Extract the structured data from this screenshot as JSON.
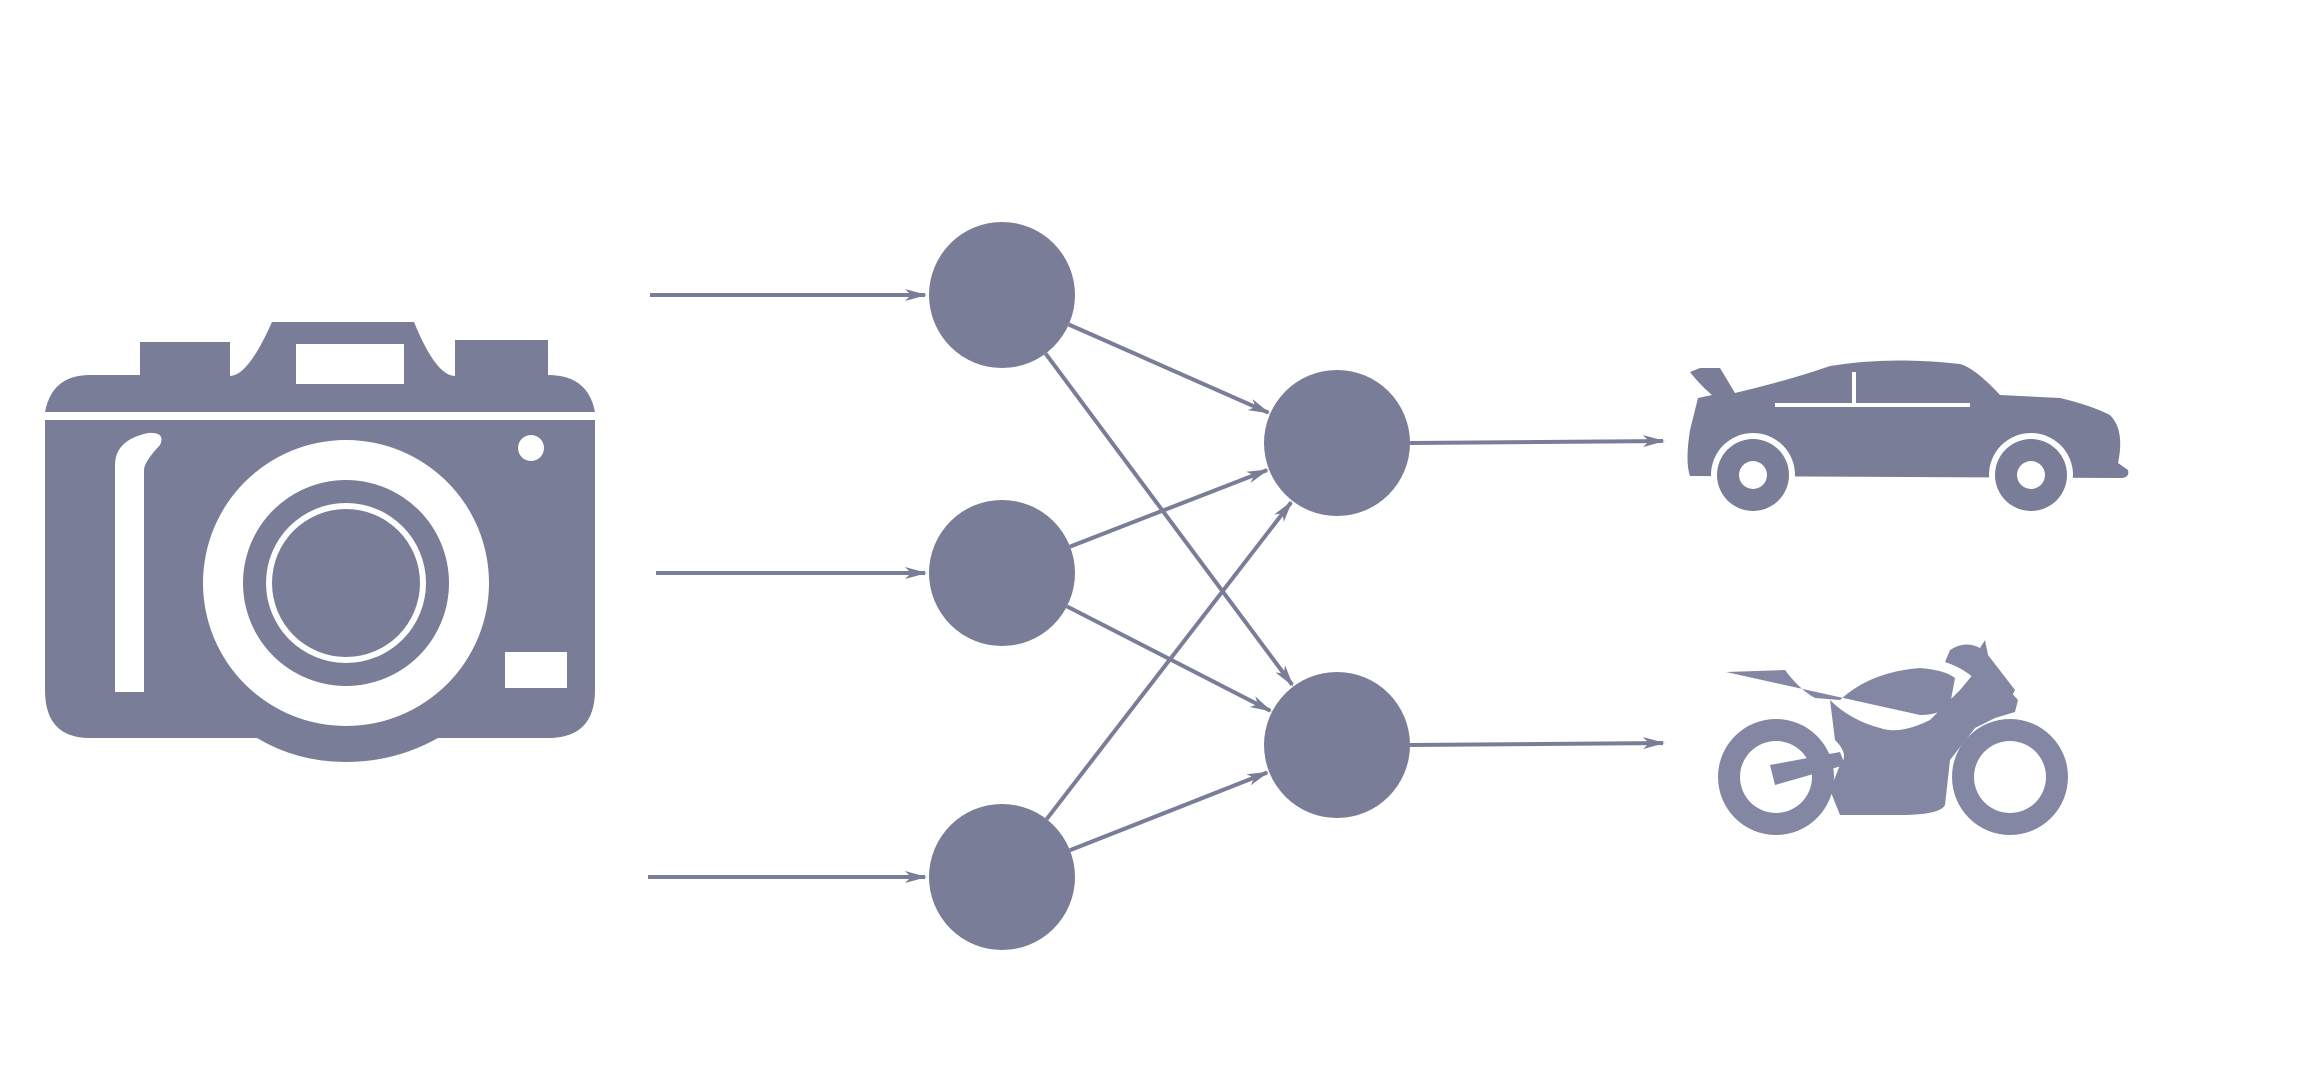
{
  "colors": {
    "ink": "#7a7d98",
    "ink_light": "#8487a3",
    "background": "#ffffff"
  },
  "diagram": {
    "input": {
      "icon": "camera-icon"
    },
    "network": {
      "input_layer_nodes": 3,
      "output_layer_nodes": 2,
      "connections": "fully-connected"
    },
    "outputs": [
      {
        "icon": "car-icon"
      },
      {
        "icon": "motorcycle-icon"
      }
    ]
  }
}
